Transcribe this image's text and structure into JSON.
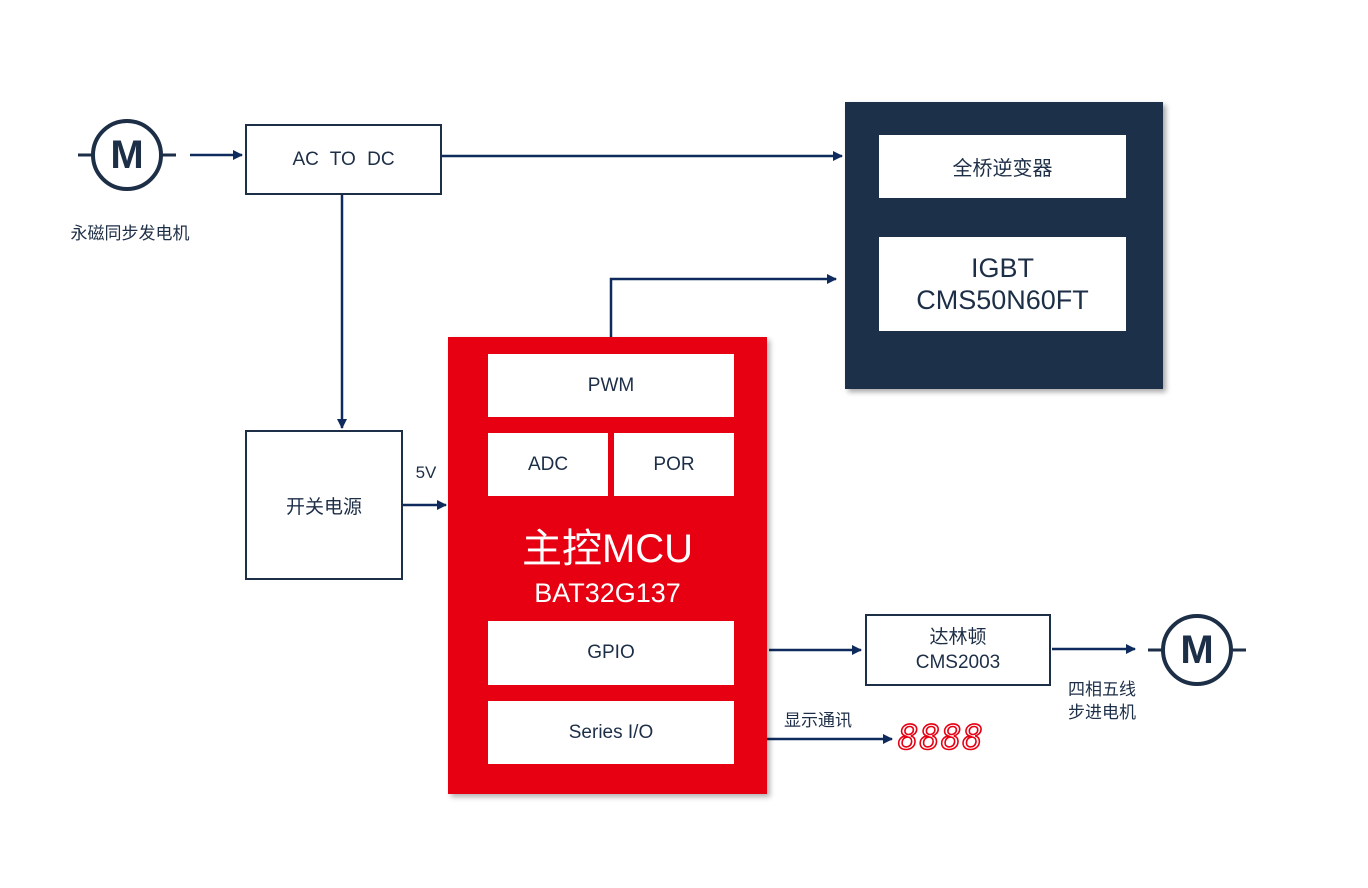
{
  "generator": {
    "label": "永磁同步发电机",
    "symbol": "M"
  },
  "ac_dc": {
    "label": "AC TO DC"
  },
  "switch_psu": {
    "label": "开关电源"
  },
  "voltage": {
    "label": "5V"
  },
  "inverter": {
    "bridge_label": "全桥逆变器",
    "igbt_line1": "IGBT",
    "igbt_line2": "CMS50N60FT"
  },
  "mcu": {
    "pwm": "PWM",
    "adc": "ADC",
    "por": "POR",
    "title": "主控MCU",
    "part": "BAT32G137",
    "gpio": "GPIO",
    "series_io": "Series I/O"
  },
  "darlington": {
    "line1": "达林顿",
    "line2": "CMS2003"
  },
  "stepper": {
    "line1": "四相五线",
    "line2": "步进电机",
    "symbol": "M"
  },
  "display_comm": {
    "label": "显示通讯",
    "digits": "8888"
  },
  "colors": {
    "navy": "#1d2e47",
    "red": "#e60012",
    "arrow": "#0f2a5c"
  }
}
